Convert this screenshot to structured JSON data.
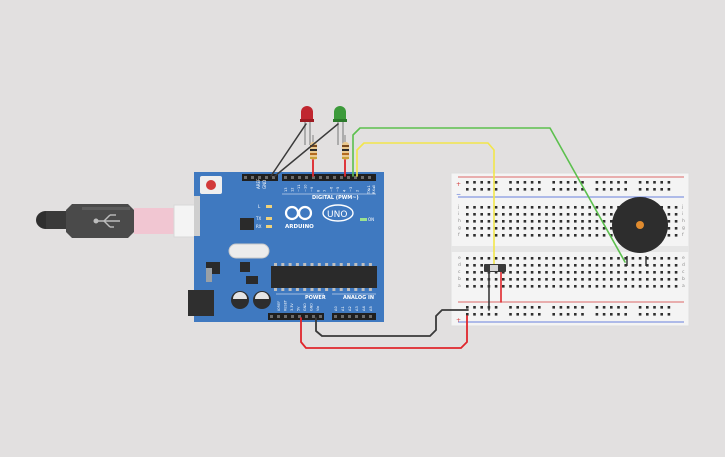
{
  "board": {
    "brand": "ARDUINO",
    "model": "UNO",
    "header_digital": "DIGITAL (PWM~)",
    "header_power": "POWER",
    "header_analog": "ANALOG IN",
    "label_l": "L",
    "label_tx": "TX",
    "label_rx": "RX",
    "label_on": "ON",
    "label_aref": "AREF",
    "label_gnd": "GND",
    "label_tx_pin": "TX▸1",
    "label_rx_pin": "RX◂0",
    "digital_pins": [
      "13",
      "12",
      "~11",
      "~10",
      "~9",
      "8",
      "7",
      "~6",
      "~5",
      "4",
      "~3",
      "2"
    ],
    "power_pins": [
      "IOREF",
      "RESET",
      "3.3V",
      "5V",
      "GND",
      "GND",
      "Vin"
    ],
    "analog_pins": [
      "A0",
      "A1",
      "A2",
      "A3",
      "A4",
      "A5"
    ]
  },
  "breadboard": {
    "rows_top": [
      "j",
      "i",
      "h",
      "g",
      "f"
    ],
    "rows_bottom": [
      "e",
      "d",
      "c",
      "b",
      "a"
    ],
    "rail_plus": "+",
    "rail_minus": "−"
  },
  "components": {
    "led_red": "red LED",
    "led_green": "green LED",
    "buzzer": "piezo buzzer",
    "usb": "USB cable",
    "switch": "slide switch"
  },
  "colors": {
    "background": "#e2e0e0",
    "board": "#3f79c0",
    "board_dark": "#2f5f9e",
    "led_red": "#c0262f",
    "led_green": "#3c9a3a",
    "wire_green": "#5cc04e",
    "wire_yellow": "#f2e64a",
    "wire_red": "#e0262c",
    "wire_black": "#3a3a3a",
    "buzzer": "#2d2d2d",
    "buzzer_center": "#e08b2e"
  }
}
